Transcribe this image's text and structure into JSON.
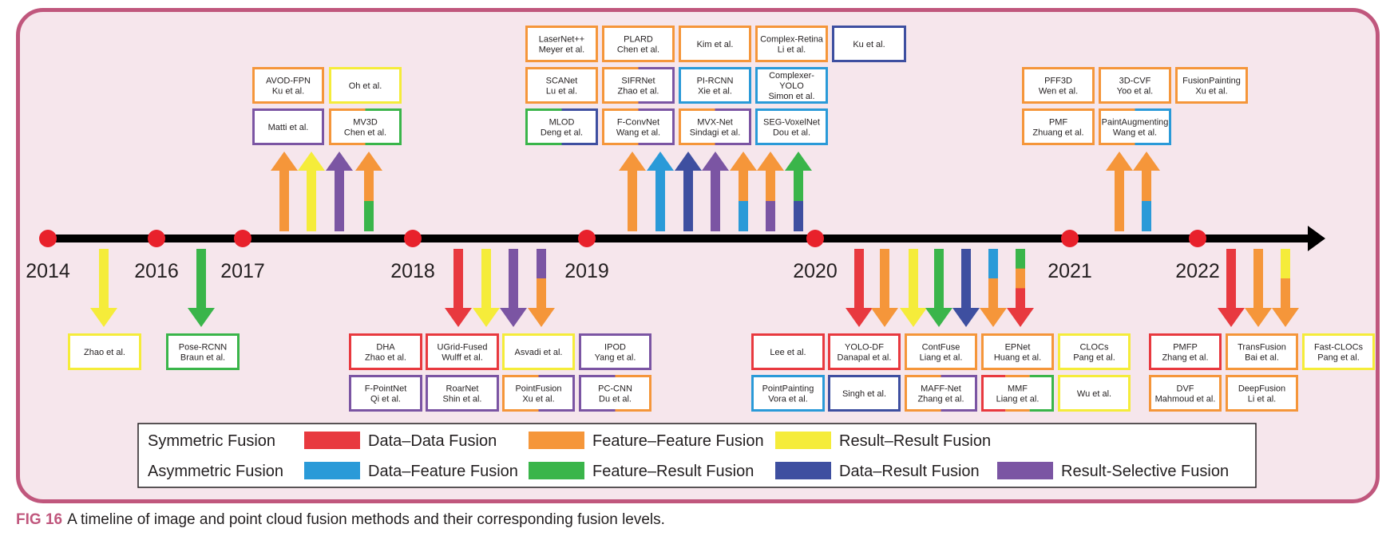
{
  "caption": {
    "fig": "FIG 16",
    "text": "A timeline of image and point cloud fusion methods and their corresponding fusion levels."
  },
  "colors": {
    "dd": "#e8393f",
    "ff": "#f5963a",
    "rr": "#f5ec3a",
    "df": "#2a9ad8",
    "fr": "#3ab54a",
    "dr": "#3e4fa0",
    "rs": "#7b55a3",
    "frame": "#c0577d",
    "bg": "#f6e6ec",
    "axis": "#000000",
    "dot": "#e8212b"
  },
  "years": [
    "2014",
    "2016",
    "2017",
    "2018",
    "2019",
    "2020",
    "2021",
    "2022"
  ],
  "legend": {
    "symmetric": "Symmetric Fusion",
    "asymmetric": "Asymmetric Fusion",
    "items": [
      {
        "key": "dd",
        "label": "Data–Data Fusion"
      },
      {
        "key": "ff",
        "label": "Feature–Feature Fusion"
      },
      {
        "key": "rr",
        "label": "Result–Result Fusion"
      },
      {
        "key": "df",
        "label": "Data–Feature Fusion"
      },
      {
        "key": "fr",
        "label": "Feature–Result Fusion"
      },
      {
        "key": "dr",
        "label": "Data–Result Fusion"
      },
      {
        "key": "rs",
        "label": "Result-Selective Fusion"
      }
    ]
  },
  "arrows_up": [
    [
      "ff"
    ],
    [
      "rr"
    ],
    [
      "rs"
    ],
    [
      "ff",
      "fr"
    ],
    [
      "ff"
    ],
    [
      "df"
    ],
    [
      "dr"
    ],
    [
      "rs"
    ],
    [
      "ff",
      "df"
    ],
    [
      "ff",
      "rs"
    ],
    [
      "fr",
      "dr"
    ],
    [
      "ff"
    ],
    [
      "ff",
      "df"
    ]
  ],
  "arrows_down": [
    [
      "rr"
    ],
    [
      "fr"
    ],
    [
      "dd"
    ],
    [
      "rr"
    ],
    [
      "rs"
    ],
    [
      "rs",
      "ff"
    ],
    [
      "dd"
    ],
    [
      "ff"
    ],
    [
      "rr"
    ],
    [
      "fr"
    ],
    [
      "dr"
    ],
    [
      "df",
      "ff"
    ],
    [
      "fr",
      "ff",
      "dd"
    ],
    [
      "dd"
    ],
    [
      "ff"
    ],
    [
      "rr",
      "ff"
    ]
  ],
  "boxes": [
    {
      "text": [
        "AVOD-FPN",
        "Ku et al."
      ],
      "colors": [
        "ff"
      ]
    },
    {
      "text": [
        "Oh et al."
      ],
      "colors": [
        "rr"
      ]
    },
    {
      "text": [
        "Matti et al."
      ],
      "colors": [
        "rs"
      ]
    },
    {
      "text": [
        "MV3D",
        "Chen et al."
      ],
      "colors": [
        "ff",
        "fr"
      ]
    },
    {
      "text": [
        "LaserNet++",
        "Meyer et al."
      ],
      "colors": [
        "ff"
      ]
    },
    {
      "text": [
        "PLARD",
        "Chen et al."
      ],
      "colors": [
        "ff"
      ]
    },
    {
      "text": [
        "Kim et al."
      ],
      "colors": [
        "ff"
      ]
    },
    {
      "text": [
        "Complex-Retina",
        "Li et al."
      ],
      "colors": [
        "ff"
      ]
    },
    {
      "text": [
        "Ku et al."
      ],
      "colors": [
        "dr"
      ]
    },
    {
      "text": [
        "SCANet",
        "Lu et al."
      ],
      "colors": [
        "ff"
      ]
    },
    {
      "text": [
        "SIFRNet",
        "Zhao et al."
      ],
      "colors": [
        "ff",
        "rs"
      ]
    },
    {
      "text": [
        "PI-RCNN",
        "Xie et al."
      ],
      "colors": [
        "df"
      ]
    },
    {
      "text": [
        "Complexer-",
        "YOLO",
        "Simon et al."
      ],
      "colors": [
        "df"
      ]
    },
    {
      "text": [
        "MLOD",
        "Deng et al."
      ],
      "colors": [
        "fr",
        "dr"
      ]
    },
    {
      "text": [
        "F-ConvNet",
        "Wang et al."
      ],
      "colors": [
        "ff",
        "rs"
      ]
    },
    {
      "text": [
        "MVX-Net",
        "Sindagi et al."
      ],
      "colors": [
        "ff",
        "rs"
      ]
    },
    {
      "text": [
        "SEG-VoxelNet",
        "Dou et al."
      ],
      "colors": [
        "df"
      ]
    },
    {
      "text": [
        "PFF3D",
        "Wen et al."
      ],
      "colors": [
        "ff"
      ]
    },
    {
      "text": [
        "3D-CVF",
        "Yoo et al."
      ],
      "colors": [
        "ff"
      ]
    },
    {
      "text": [
        "FusionPainting",
        "Xu et al."
      ],
      "colors": [
        "ff"
      ]
    },
    {
      "text": [
        "PMF",
        "Zhuang et al."
      ],
      "colors": [
        "ff"
      ]
    },
    {
      "text": [
        "PaintAugmenting",
        "Wang et al."
      ],
      "colors": [
        "ff",
        "df"
      ]
    },
    {
      "text": [
        "Zhao et al."
      ],
      "colors": [
        "rr"
      ]
    },
    {
      "text": [
        "Pose-RCNN",
        "Braun et al."
      ],
      "colors": [
        "fr"
      ]
    },
    {
      "text": [
        "DHA",
        "Zhao et al."
      ],
      "colors": [
        "dd"
      ]
    },
    {
      "text": [
        "UGrid-Fused",
        "Wulff et al."
      ],
      "colors": [
        "dd"
      ]
    },
    {
      "text": [
        "Asvadi et al."
      ],
      "colors": [
        "rr"
      ]
    },
    {
      "text": [
        "IPOD",
        "Yang et al."
      ],
      "colors": [
        "rs"
      ]
    },
    {
      "text": [
        "F-PointNet",
        "Qi et al."
      ],
      "colors": [
        "rs"
      ]
    },
    {
      "text": [
        "RoarNet",
        "Shin et al."
      ],
      "colors": [
        "rs"
      ]
    },
    {
      "text": [
        "PointFusion",
        "Xu et al."
      ],
      "colors": [
        "ff",
        "rs"
      ]
    },
    {
      "text": [
        "PC-CNN",
        "Du et al."
      ],
      "colors": [
        "rs",
        "ff"
      ]
    },
    {
      "text": [
        "Lee et al."
      ],
      "colors": [
        "dd"
      ]
    },
    {
      "text": [
        "YOLO-DF",
        "Danapal et al."
      ],
      "colors": [
        "dd"
      ]
    },
    {
      "text": [
        "ContFuse",
        "Liang et al."
      ],
      "colors": [
        "ff"
      ]
    },
    {
      "text": [
        "EPNet",
        "Huang et al."
      ],
      "colors": [
        "ff"
      ]
    },
    {
      "text": [
        "CLOCs",
        "Pang et al."
      ],
      "colors": [
        "rr"
      ]
    },
    {
      "text": [
        "PointPainting",
        "Vora et al."
      ],
      "colors": [
        "df"
      ]
    },
    {
      "text": [
        "Singh et al."
      ],
      "colors": [
        "dr"
      ]
    },
    {
      "text": [
        "MAFF-Net",
        "Zhang et al."
      ],
      "colors": [
        "ff",
        "rs"
      ]
    },
    {
      "text": [
        "MMF",
        "Liang et al."
      ],
      "colors": [
        "dd",
        "ff",
        "fr"
      ]
    },
    {
      "text": [
        "Wu et al."
      ],
      "colors": [
        "rr"
      ]
    },
    {
      "text": [
        "PMFP",
        "Zhang et al."
      ],
      "colors": [
        "dd"
      ]
    },
    {
      "text": [
        "TransFusion",
        "Bai et al."
      ],
      "colors": [
        "ff"
      ]
    },
    {
      "text": [
        "Fast-CLOCs",
        "Pang et al."
      ],
      "colors": [
        "rr"
      ]
    },
    {
      "text": [
        "DVF",
        "Mahmoud et al."
      ],
      "colors": [
        "ff"
      ]
    },
    {
      "text": [
        "DeepFusion",
        "Li et al."
      ],
      "colors": [
        "ff"
      ]
    }
  ]
}
